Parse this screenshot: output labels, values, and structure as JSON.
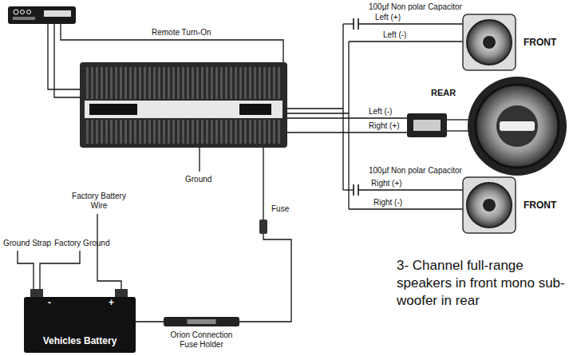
{
  "diagram": {
    "caption": "3- Channel full-range speakers in front mono sub-woofer in rear",
    "nodes": [
      {
        "text": [
          "Vehicles Battery"
        ]
      },
      {
        "text": [
          "Orion Connection Fuse Holder"
        ]
      }
    ],
    "edges": [
      {
        "from": 0,
        "to": 1,
        "arrow": "none"
      }
    ],
    "labels": [
      "Remote Turn-On",
      "100µf Non polar Capacitor",
      "Left (+)",
      "Left (-)",
      "FRONT",
      "REAR",
      "Left (-)",
      "Right (+)",
      "100µf Non polar Capacitor",
      "Right (+)",
      "Right (-)",
      "FRONT",
      "Fuse",
      "Ground",
      "Factory Battery Wire",
      "Ground Strap",
      "Factory Ground",
      "-",
      "+"
    ]
  }
}
